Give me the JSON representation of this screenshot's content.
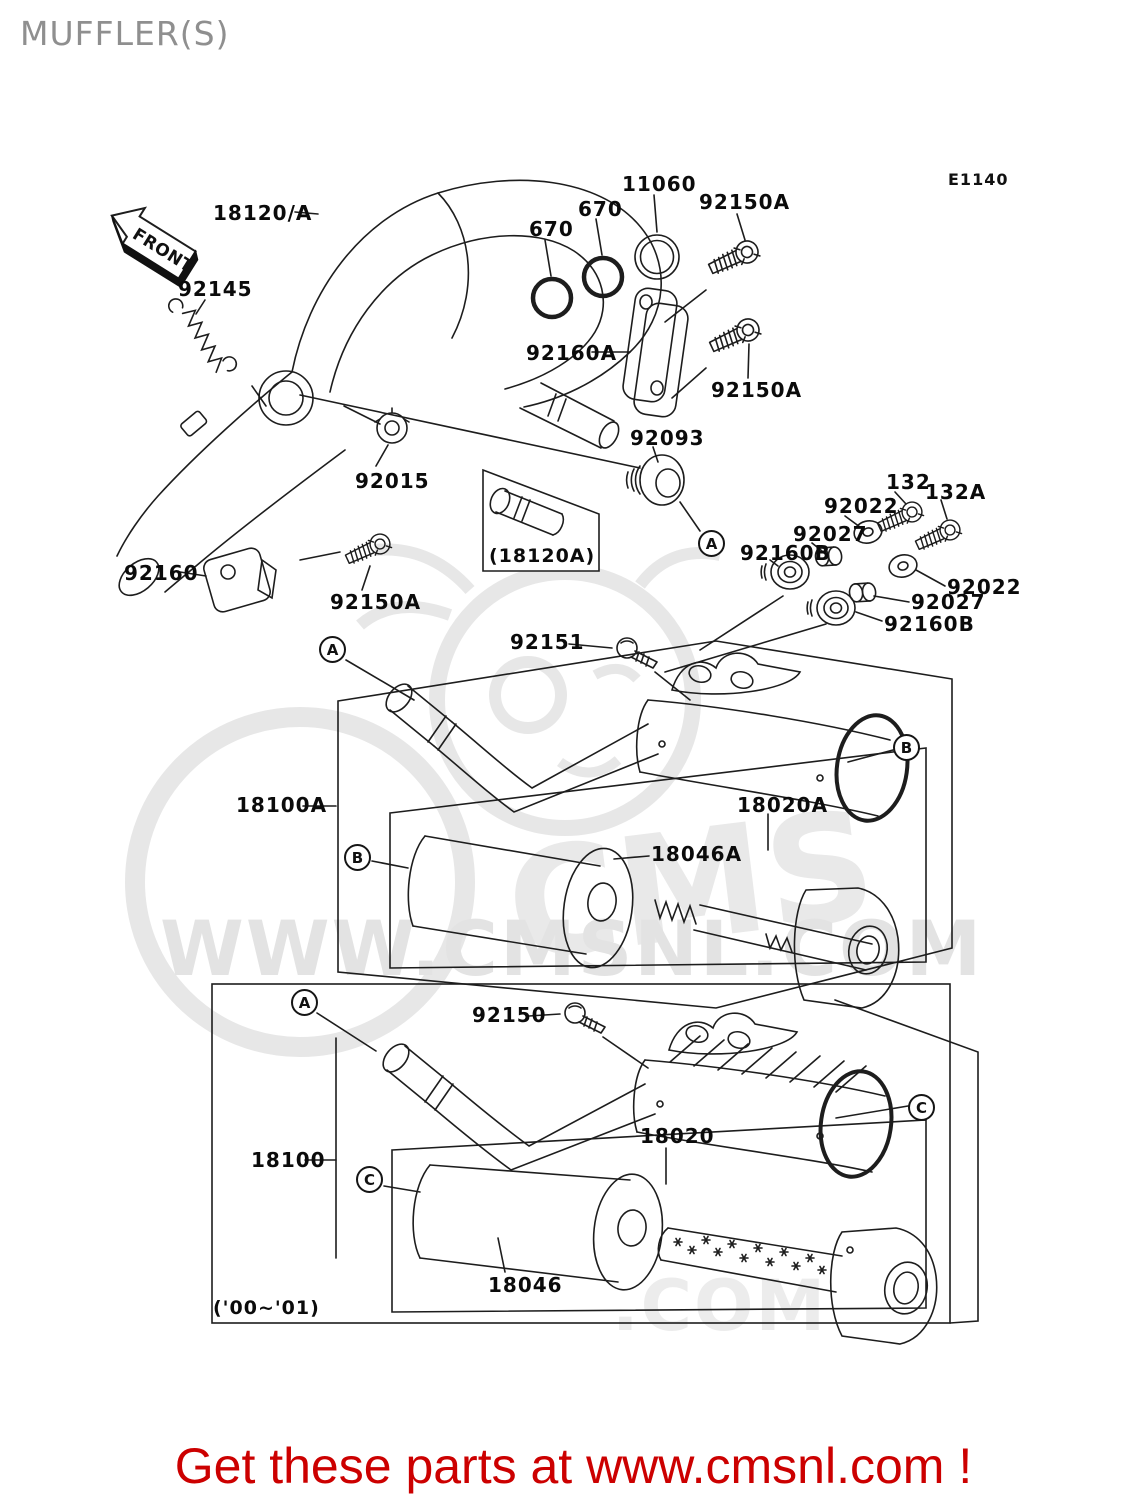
{
  "header": {
    "title": "MUFFLER(S)",
    "diagram_code": "E1140"
  },
  "front_marker": {
    "label": "FRONT"
  },
  "watermark": {
    "cms": "CMS",
    "url": "WWW.CMSNL.COM",
    "url_fragment": ".COM"
  },
  "footer": {
    "text": "Get these parts at www.cmsnl.com !"
  },
  "note_year_range": "('00~'01)",
  "parts": {
    "p18120A": "18120/A",
    "p92145": "92145",
    "p670": "670",
    "p11060": "11060",
    "p92150A": "92150A",
    "p92160A": "92160A",
    "p92093": "92093",
    "p92015": "92015",
    "p92160": "92160",
    "p18120A_boxed": "(18120A)",
    "p92022": "92022",
    "p92027": "92027",
    "p132": "132",
    "p132A": "132A",
    "p92160B": "92160B",
    "p92151": "92151",
    "p18100A": "18100A",
    "p18020A": "18020A",
    "p18046A": "18046A",
    "p92150": "92150",
    "p18100": "18100",
    "p18020": "18020",
    "p18046": "18046"
  },
  "refs": {
    "a": "A",
    "b": "B",
    "c": "C"
  }
}
